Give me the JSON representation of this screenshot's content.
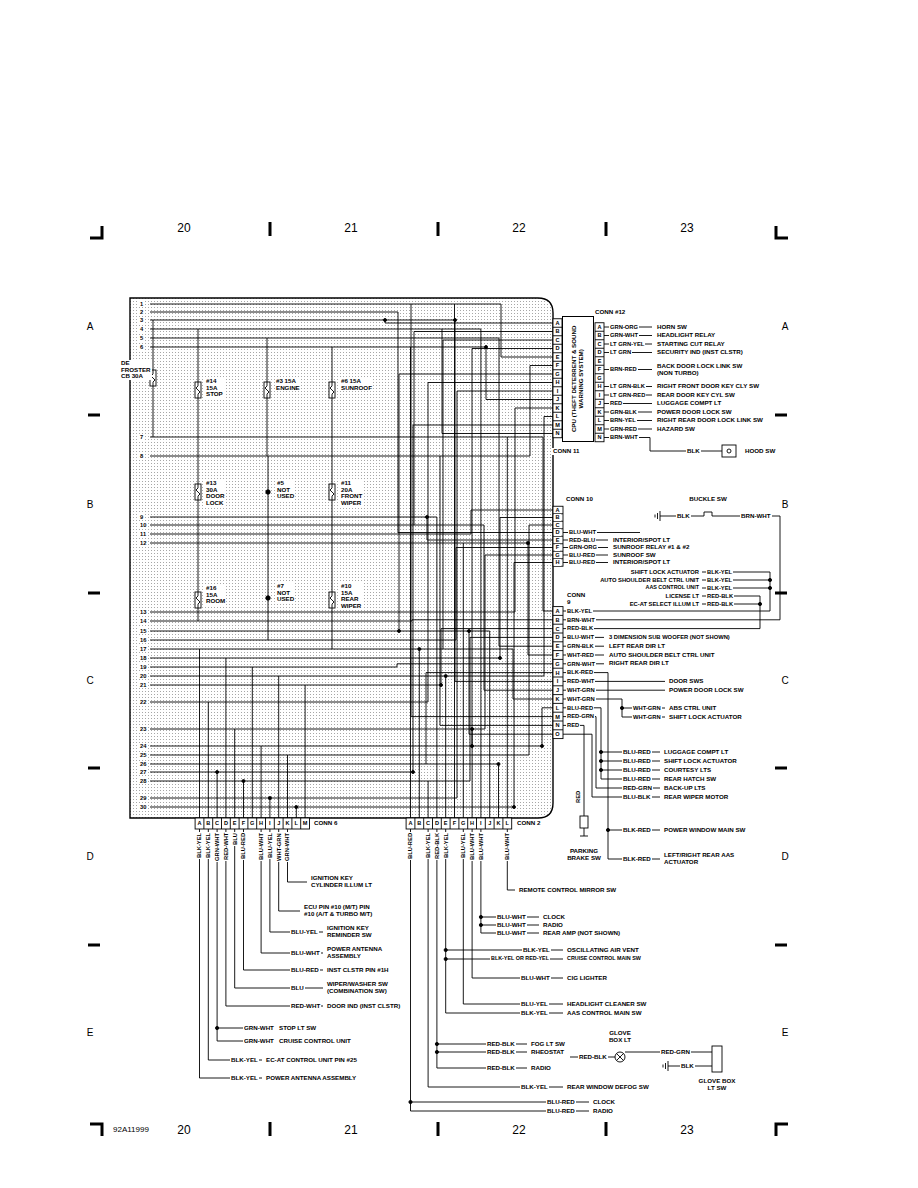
{
  "diagram": {
    "nodes": [
      {
        "text": [
          "CPU (THEFT DETERRENT & SOUND WARNING SYSTEM)"
        ]
      }
    ],
    "labels": [
      "20",
      "21",
      "22",
      "23",
      "20",
      "21",
      "22",
      "23",
      "A",
      "B",
      "C",
      "D",
      "E",
      "A",
      "B",
      "C",
      "D",
      "E",
      "92A11999",
      "1",
      "2",
      "3",
      "4",
      "5",
      "6",
      "7",
      "8",
      "9",
      "10",
      "11",
      "12",
      "13",
      "14",
      "15",
      "16",
      "17",
      "18",
      "19",
      "20",
      "21",
      "22",
      "23",
      "24",
      "25",
      "26",
      "27",
      "28",
      "29",
      "30",
      "DE FROSTER CB 30A",
      "#14 15A STOP",
      "#3 15A ENGINE",
      "#6 15A SUNROOF",
      "#13 30A DOOR LOCK",
      "#5 NOT USED",
      "#11 20A FRONT WIPER",
      "#16 15A ROOM",
      "#7 NOT USED",
      "#10 15A REAR WIPER",
      "A",
      "B",
      "C",
      "D",
      "E",
      "F",
      "G",
      "H",
      "I",
      "J",
      "K",
      "L",
      "M",
      "N",
      "CONN 11",
      "CONN #12",
      "A",
      "B",
      "C",
      "D",
      "E",
      "F",
      "G",
      "H",
      "I",
      "J",
      "K",
      "L",
      "M",
      "N",
      "GRN-ORG",
      "HORN SW",
      "GRN-WHT",
      "HEADLIGHT RELAY",
      "LT GRN-YEL",
      "STARTING CUT RELAY",
      "LT GRN",
      "SECURITY IND (INST CLSTR)",
      "BRN-RED",
      "BACK DOOR LOCK LINK SW (NON TURBO)",
      "LT GRN-BLK",
      "RIGHT FRONT DOOR KEY CLY SW",
      "LT GRN-RED",
      "REAR DOOR KEY CYL SW",
      "RED",
      "LUGGAGE COMPT LT",
      "GRN-BLK",
      "POWER DOOR LOCK SW",
      "BRN-YEL",
      "RIGHT REAR DOOR LOCK LINK SW",
      "GRN-RED",
      "HAZARD SW",
      "BRN-WHT",
      "BLK",
      "HOOD SW",
      "CONN 10",
      "A",
      "B",
      "C",
      "D",
      "E",
      "F",
      "G",
      "H",
      "BLU-WHT",
      "RED-BLU",
      "INTERIOR/SPOT LT",
      "GRN-ORG",
      "SUNROOF RELAY #1 & #2",
      "BLU-RED",
      "SUNROOF SW",
      "BLU-RED",
      "INTERIOR/SPOT LT",
      "BUCKLE SW",
      "BLK",
      "BRN-WHT",
      "SHIFT LOCK ACTUATOR",
      "BLK-YEL",
      "AUTO SHOULDER BELT CTRL UNIT",
      "BLK-YEL",
      "AAS CONTROL UNIT",
      "BLK-YEL",
      "LICENSE LT",
      "RED-BLK",
      "EC-AT SELECT ILLUM LT",
      "RED-BLK",
      "CONN 9",
      "A",
      "B",
      "C",
      "D",
      "E",
      "F",
      "G",
      "H",
      "I",
      "J",
      "K",
      "L",
      "M",
      "N",
      "O",
      "BLK-YEL",
      "BRN-WHT",
      "RED-BLK",
      "BLU-WHT",
      "3 DIMENSION SUB WOOFER (NOT SHOWN)",
      "GRN-BLK",
      "LEFT REAR DIR LT",
      "WHT-RED",
      "AUTO SHOULDER BELT CTRL UNIT",
      "GRN-WHT",
      "RIGHT REAR DIR LT",
      "BLK-RED",
      "RED-WHT",
      "DOOR SWS",
      "WHT-GRN",
      "POWER DOOR LOCK SW",
      "WHT-GRN",
      "WHT-GRN",
      "ABS CTRL UNIT",
      "WHT-GRN",
      "SHIFT LOCK ACTUATOR",
      "BLU-RED",
      "RED-GRN",
      "RED",
      "BLU-RED",
      "LUGGAGE COMPT LT",
      "BLU-RED",
      "SHIFT LOCK ACTUATOR",
      "BLU-RED",
      "COURTESY LTS",
      "BLU-RED",
      "REAR HATCH SW",
      "RED-GRN",
      "BACK-UP LTS",
      "BLU-BLK",
      "REAR WIPER MOTOR",
      "BLK-RED",
      "POWER WINDOW MAIN SW",
      "BLK-RED",
      "LEFT/RIGHT REAR AAS ACTUATOR",
      "RED",
      "PARKING BRAKE SW",
      "A",
      "B",
      "C",
      "D",
      "E",
      "F",
      "G",
      "H",
      "I",
      "J",
      "K",
      "L",
      "M",
      "CONN 6",
      "BLK-YEL",
      "BLK-YEL",
      "GRN-WHT",
      "RED-WHT",
      "BLU",
      "BLU-RED",
      "BLU-WHT",
      "BLU-YEL",
      "WHT-GRN",
      "GRN-WHT",
      "IGNITION KEY CYLINDER ILLUM LT",
      "ECU PIN #10 (M/T) PIN #10 (A/T & TURBO M/T)",
      "BLU-YEL",
      "IGNITION KEY REMINDER SW",
      "BLU-WHT",
      "POWER ANTENNA ASSEMBLY",
      "BLU-RED",
      "INST CLSTR PIN #1H",
      "BLU",
      "WIPER/WASHER SW (COMBINATION SW)",
      "RED-WHT",
      "DOOR IND (INST CLSTR)",
      "GRN-WHT",
      "STOP LT SW",
      "GRN-WHT",
      "CRUISE CONTROL UNIT",
      "BLK-YEL",
      "EC-AT CONTROL UNIT PIN #25",
      "BLK-YEL",
      "POWER ANTENNA ASSEMBLY",
      "A",
      "B",
      "C",
      "D",
      "E",
      "F",
      "G",
      "H",
      "I",
      "J",
      "K",
      "L",
      "CONN 2",
      "BLU-RED",
      "BLK-YEL",
      "RED-BLK",
      "BLK-YEL",
      "BLU-YEL",
      "BLU-WHT",
      "BLU-WHT",
      "BLU-WHT",
      "REMOTE CONTROL MIRROR SW",
      "BLU-WHT",
      "CLOCK",
      "BLU-WHT",
      "RADIO",
      "BLU-WHT",
      "REAR AMP (NOT SHOWN)",
      "BLK-YEL",
      "OSCILLATING AIR VENT",
      "BLK-YEL OR RED-YEL",
      "CRUISE CONTROL MAIN SW",
      "BLU-WHT",
      "CIG LIGHTER",
      "BLU-YEL",
      "HEADLIGHT CLEANER SW",
      "BLK-YEL",
      "AAS CONTROL MAIN SW",
      "GLOVE BOX LT",
      "RED-BLK",
      "FOG LT SW",
      "RED-BLK",
      "RHEOSTAT",
      "RED-BLK",
      "RED-BLK",
      "RADIO",
      "RED-GRN",
      "BLK",
      "GLOVE BOX LT SW",
      "BLK-YEL",
      "REAR WINDOW DEFOG SW",
      "BLU-RED",
      "CLOCK",
      "BLU-RED",
      "RADIO"
    ]
  }
}
